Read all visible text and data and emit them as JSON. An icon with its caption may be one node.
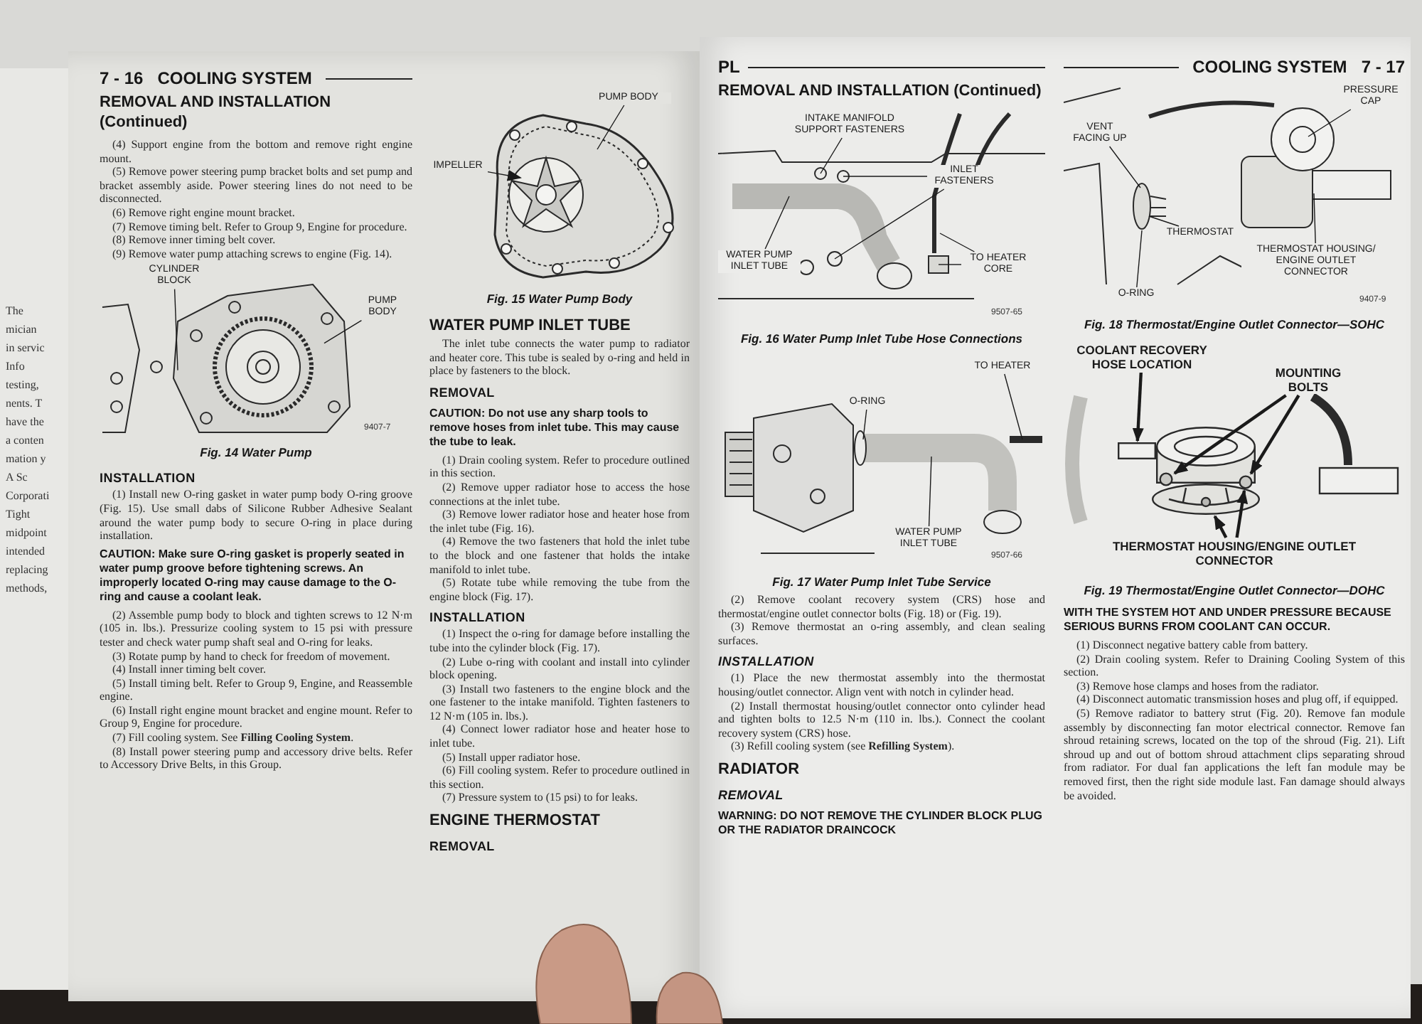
{
  "diagram": {
    "nodes": [
      {
        "text": [
          "CYLINDER BLOCK"
        ]
      },
      {
        "text": [
          "PUMP BODY"
        ]
      },
      {
        "text": [
          "PUMP BODY"
        ]
      },
      {
        "text": [
          "IMPELLER"
        ]
      },
      {
        "text": [
          "INTAKE MANIFOLD SUPPORT FASTENERS"
        ]
      },
      {
        "text": [
          "INLET FASTENERS"
        ]
      },
      {
        "text": [
          "WATER PUMP INLET TUBE"
        ]
      },
      {
        "text": [
          "TO HEATER CORE"
        ]
      },
      {
        "text": [
          "O-RING"
        ]
      },
      {
        "text": [
          "TO HEATER"
        ]
      },
      {
        "text": [
          "WATER PUMP INLET TUBE"
        ]
      },
      {
        "text": [
          "PRESSURE CAP"
        ]
      },
      {
        "text": [
          "VENT FACING UP"
        ]
      },
      {
        "text": [
          "THERMOSTAT"
        ]
      },
      {
        "text": [
          "THERMOSTAT HOUSING/ ENGINE OUTLET CONNECTOR"
        ]
      },
      {
        "text": [
          "O-RING"
        ]
      },
      {
        "text": [
          "COOLANT RECOVERY HOSE LOCATION"
        ]
      },
      {
        "text": [
          "MOUNTING BOLTS"
        ]
      },
      {
        "text": [
          "THERMOSTAT HOUSING/ENGINE OUTLET CONNECTOR"
        ]
      },
      {
        "text": [],
        "shape": "box"
      },
      {
        "text": [],
        "shape": "circle"
      },
      {
        "text": [],
        "shape": "circle"
      },
      {
        "text": [],
        "shape": "picture"
      },
      {
        "text": [],
        "shape": "picture"
      }
    ],
    "edges": [
      {
        "from": 0,
        "to": null,
        "arrow": "none"
      },
      {
        "from": 1,
        "to": null,
        "arrow": "none"
      },
      {
        "from": 2,
        "to": null,
        "arrow": "none"
      },
      {
        "from": 3,
        "to": null,
        "arrow": "to"
      },
      {
        "from": 4,
        "to": null,
        "arrow": "none"
      },
      {
        "from": 5,
        "to": null,
        "arrow": "none"
      },
      {
        "from": 5,
        "to": null,
        "arrow": "none"
      },
      {
        "from": 6,
        "to": null,
        "arrow": "none"
      },
      {
        "from": 7,
        "to": null,
        "arrow": "none"
      },
      {
        "from": 7,
        "to": null,
        "arrow": "none"
      },
      {
        "from": 8,
        "to": null,
        "arrow": "none"
      },
      {
        "from": 9,
        "to": null,
        "arrow": "none"
      },
      {
        "from": 10,
        "to": null,
        "arrow": "none"
      },
      {
        "from": 11,
        "to": null,
        "arrow": "none"
      },
      {
        "from": 12,
        "to": null,
        "arrow": "none"
      },
      {
        "from": 13,
        "to": null,
        "arrow": "none"
      },
      {
        "from": 14,
        "to": null,
        "arrow": "none"
      },
      {
        "from": 15,
        "to": null,
        "arrow": "none"
      },
      {
        "from": 16,
        "to": 19,
        "arrow": "to",
        "style": "thick"
      },
      {
        "from": 17,
        "to": 20,
        "arrow": "to",
        "style": "thick"
      },
      {
        "from": 17,
        "to": 21,
        "arrow": "to",
        "style": "thick"
      },
      {
        "from": 18,
        "to": 23,
        "arrow": "to",
        "style": "thick"
      },
      {
        "from": 18,
        "to": 21,
        "arrow": "to",
        "style": "thick"
      }
    ],
    "labels": [
      "The",
      "mician",
      "in servic",
      "Info",
      "testing,",
      "nents. T",
      "have the",
      "a conten",
      "mation y",
      "A Sc",
      "Corporati",
      "Tight",
      "midpoint",
      "intended",
      "replacing",
      "methods,",
      "7 - 16",
      "COOLING SYSTEM",
      "REMOVAL AND INSTALLATION (Continued)",
      "(4) Support engine from the bottom and remove right engine mount.",
      "(5) Remove power steering pump bracket bolts and set pump and bracket assembly aside. Power steering lines do not need to be disconnected.",
      "(6) Remove right engine mount bracket.",
      "(7) Remove timing belt. Refer to Group 9, Engine for procedure.",
      "(8) Remove inner timing belt cover.",
      "(9) Remove water pump attaching screws to engine (Fig. 14).",
      "9407-7",
      "Fig. 14 Water Pump",
      "INSTALLATION",
      "(1) Install new O-ring gasket in water pump body O-ring groove (Fig. 15). Use small dabs of Silicone Rubber Adhesive Sealant around the water pump body to secure O-ring in place during installation.",
      "CAUTION: Make sure O-ring gasket is properly seated in water pump groove before tightening screws. An improperly located O-ring may cause damage to the O-ring and cause a coolant leak.",
      "(2) Assemble pump body to block and tighten screws to 12 N·m (105 in. lbs.). Pressurize cooling system to 15 psi with pressure tester and check water pump shaft seal and O-ring for leaks.",
      "(3) Rotate pump by hand to check for freedom of movement.",
      "(4) Install inner timing belt cover.",
      "(5) Install timing belt. Refer to Group 9, Engine, and Reassemble engine.",
      "(6) Install right engine mount bracket and engine mount. Refer to Group 9, Engine for procedure.",
      "(7) Fill cooling system. See **Filling Cooling System**.",
      "(8) Install power steering pump and accessory drive belts. Refer to Accessory Drive Belts, in this Group.",
      "Fig. 15 Water Pump Body",
      "WATER PUMP INLET TUBE",
      "The inlet tube connects the water pump to radiator and heater core. This tube is sealed by o-ring and held in place by fasteners to the block.",
      "REMOVAL",
      "CAUTION: Do not use any sharp tools to remove hoses from inlet tube. This may cause the tube to leak.",
      "(1) Drain cooling system. Refer to procedure outlined in this section.",
      "(2) Remove upper radiator hose to access the hose connections at the inlet tube.",
      "(3) Remove lower radiator hose and heater hose from the inlet tube (Fig. 16).",
      "(4) Remove the two fasteners that hold the inlet tube to the block and one fastener that holds the intake manifold to inlet tube.",
      "(5) Rotate tube while removing the tube from the engine block (Fig. 17).",
      "INSTALLATION",
      "(1) Inspect the o-ring for damage before installing the tube into the cylinder block (Fig. 17).",
      "(2) Lube o-ring with coolant and install into cylinder block opening.",
      "(3) Install two fasteners to the engine block and the one fastener to the intake manifold. Tighten fasteners to 12 N·m (105 in. lbs.).",
      "(4) Connect lower radiator hose and heater hose to inlet tube.",
      "(5) Install upper radiator hose.",
      "(6) Fill cooling system. Refer to procedure outlined in this section.",
      "(7) Pressure system to (15 psi) to for leaks.",
      "ENGINE THERMOSTAT",
      "REMOVAL",
      "PL",
      "COOLING SYSTEM",
      "7 - 17",
      "REMOVAL AND INSTALLATION (Continued)",
      "9507-65",
      "Fig. 16 Water Pump Inlet Tube Hose Connections",
      "9507-66",
      "Fig. 17 Water Pump Inlet Tube Service",
      "(2) Remove coolant recovery system (CRS) hose and thermostat/engine outlet connector bolts (Fig. 18) or (Fig. 19).",
      "(3) Remove thermostat an o-ring assembly, and clean sealing surfaces.",
      "INSTALLATION",
      "(1) Place the new thermostat assembly into the thermostat housing/outlet connector. Align vent with notch in cylinder head.",
      "(2) Install thermostat housing/outlet connector onto cylinder head and tighten bolts to 12.5 N·m (110 in. lbs.). Connect the coolant recovery system (CRS) hose.",
      "(3) Refill cooling system (see **Refilling System**).",
      "RADIATOR",
      "REMOVAL",
      "WARNING: DO NOT REMOVE THE CYLINDER BLOCK PLUG OR THE RADIATOR DRAINCOCK",
      "9407-9",
      "Fig. 18 Thermostat/Engine Outlet Connector—SOHC",
      "Fig. 19 Thermostat/Engine Outlet Connector—DOHC",
      "WITH THE SYSTEM HOT AND UNDER PRESSURE BECAUSE SERIOUS BURNS FROM COOLANT CAN OCCUR.",
      "(1) Disconnect negative battery cable from battery.",
      "(2) Drain cooling system. Refer to Draining Cooling System of this section.",
      "(3) Remove hose clamps and hoses from the radiator.",
      "(4) Disconnect automatic transmission hoses and plug off, if equipped.",
      "(5) Remove radiator to battery strut (Fig. 20). Remove fan module assembly by disconnecting fan motor electrical connector. Remove fan shroud retaining screws, located on the top of the shroud (Fig. 21). Lift shroud up and out of bottom shroud attachment clips separating shroud from radiator. For dual fan applications the left fan module may be removed first, then the right side module last. Fan damage should always be avoided."
    ]
  }
}
